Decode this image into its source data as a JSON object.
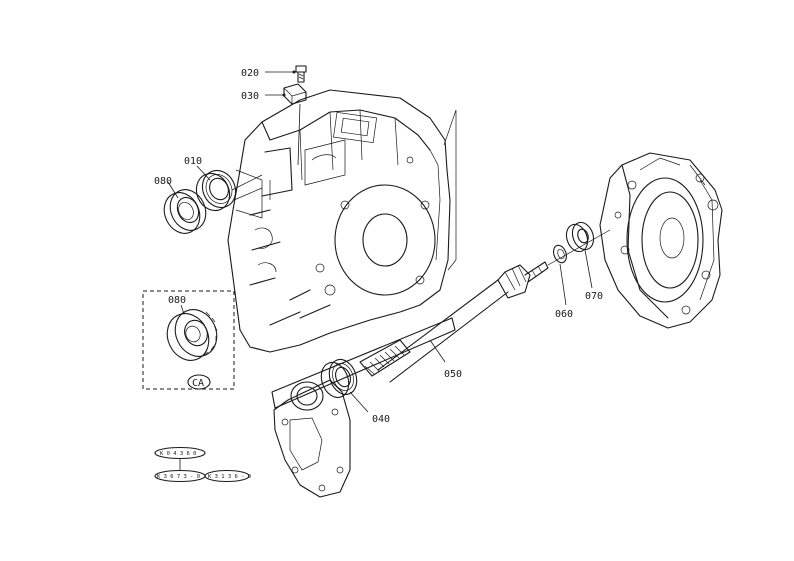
{
  "parts": {
    "p020": "020",
    "p030": "030",
    "p010": "010",
    "p080": "080",
    "p080_detail": "080",
    "p050": "050",
    "p040": "040",
    "p060": "060",
    "p070": "070"
  },
  "detail_tag": "CA",
  "ref_codes": {
    "a": "K 0 4 3 6 0",
    "b": "K 3 6 7 3 - 0",
    "c": "K 3 1 3 6 - 0"
  },
  "colors": {
    "ink": "#1a1a1a",
    "paper": "#ffffff"
  }
}
